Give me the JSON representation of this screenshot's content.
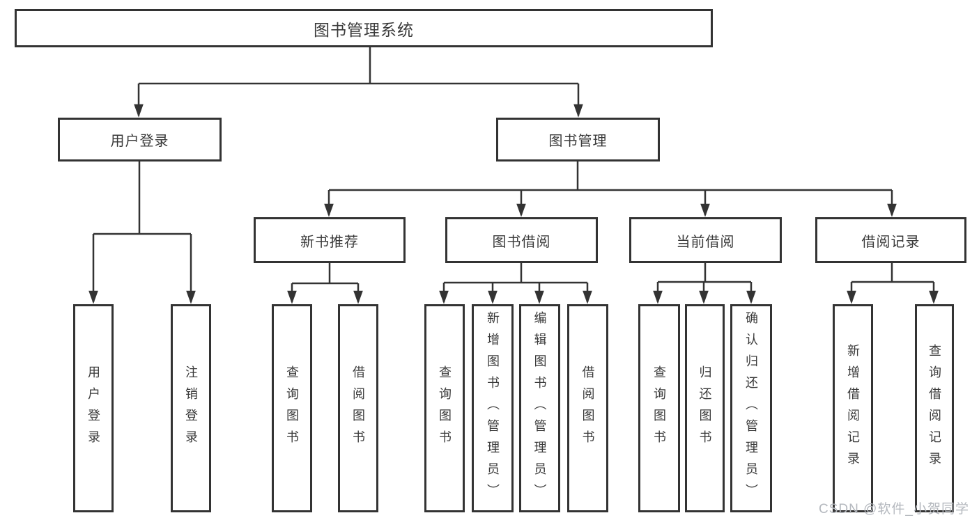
{
  "nodes": {
    "root": "图书管理系统",
    "level2": [
      "用户登录",
      "图书管理"
    ],
    "level3": [
      "新书推荐",
      "图书借阅",
      "当前借阅",
      "借阅记录"
    ],
    "leaves_login": [
      "用户登录",
      "注销登录"
    ],
    "leaves_recommend": [
      "查询图书",
      "借阅图书"
    ],
    "leaves_borrow": [
      "查询图书",
      "新增图书（管理员）",
      "编辑图书（管理员）",
      "借阅图书"
    ],
    "leaves_current": [
      "查询图书",
      "归还图书",
      "确认归还（管理员）"
    ],
    "leaves_records": [
      "新增借阅记录",
      "查询借阅记录"
    ]
  },
  "watermark": "CSDN @软件_小贺同学",
  "colors": {
    "line": "#333333",
    "text": "#3a3a3a",
    "watermark": "#b4b8be",
    "background": "#ffffff"
  }
}
